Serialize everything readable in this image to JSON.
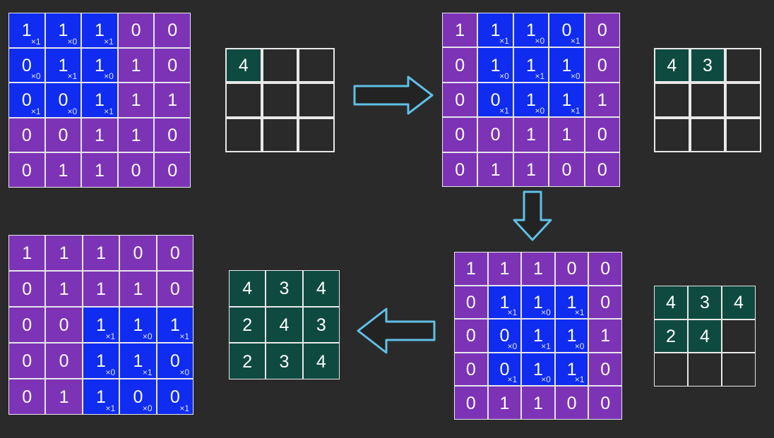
{
  "colors": {
    "background": "#2a2a2a",
    "cell_purple": "#7d33b6",
    "cell_blue": "#0f2cf0",
    "output_green": "#0f4a40",
    "arrow_stroke": "#5fc0e6",
    "arrow_fill": "#232323"
  },
  "input_matrix": [
    [
      "1",
      "1",
      "1",
      "0",
      "0"
    ],
    [
      "0",
      "1",
      "1",
      "1",
      "0"
    ],
    [
      "0",
      "0",
      "1",
      "1",
      "1"
    ],
    [
      "0",
      "0",
      "1",
      "1",
      "0"
    ],
    [
      "0",
      "1",
      "1",
      "0",
      "0"
    ]
  ],
  "kernel_weights": [
    [
      "×1",
      "×0",
      "×1"
    ],
    [
      "×0",
      "×1",
      "×0"
    ],
    [
      "×1",
      "×0",
      "×1"
    ]
  ],
  "steps": [
    {
      "kernel_row": 0,
      "kernel_col": 0,
      "output": [
        [
          "4",
          "",
          ""
        ],
        [
          "",
          "",
          ""
        ],
        [
          "",
          "",
          ""
        ]
      ]
    },
    {
      "kernel_row": 0,
      "kernel_col": 1,
      "output": [
        [
          "4",
          "3",
          ""
        ],
        [
          "",
          "",
          ""
        ],
        [
          "",
          "",
          ""
        ]
      ]
    },
    {
      "kernel_row": 1,
      "kernel_col": 1,
      "output": [
        [
          "4",
          "3",
          "4"
        ],
        [
          "2",
          "4",
          ""
        ],
        [
          "",
          "",
          ""
        ]
      ]
    },
    {
      "kernel_row": 2,
      "kernel_col": 2,
      "output": [
        [
          "4",
          "3",
          "4"
        ],
        [
          "2",
          "4",
          "3"
        ],
        [
          "2",
          "3",
          "4"
        ]
      ]
    }
  ]
}
